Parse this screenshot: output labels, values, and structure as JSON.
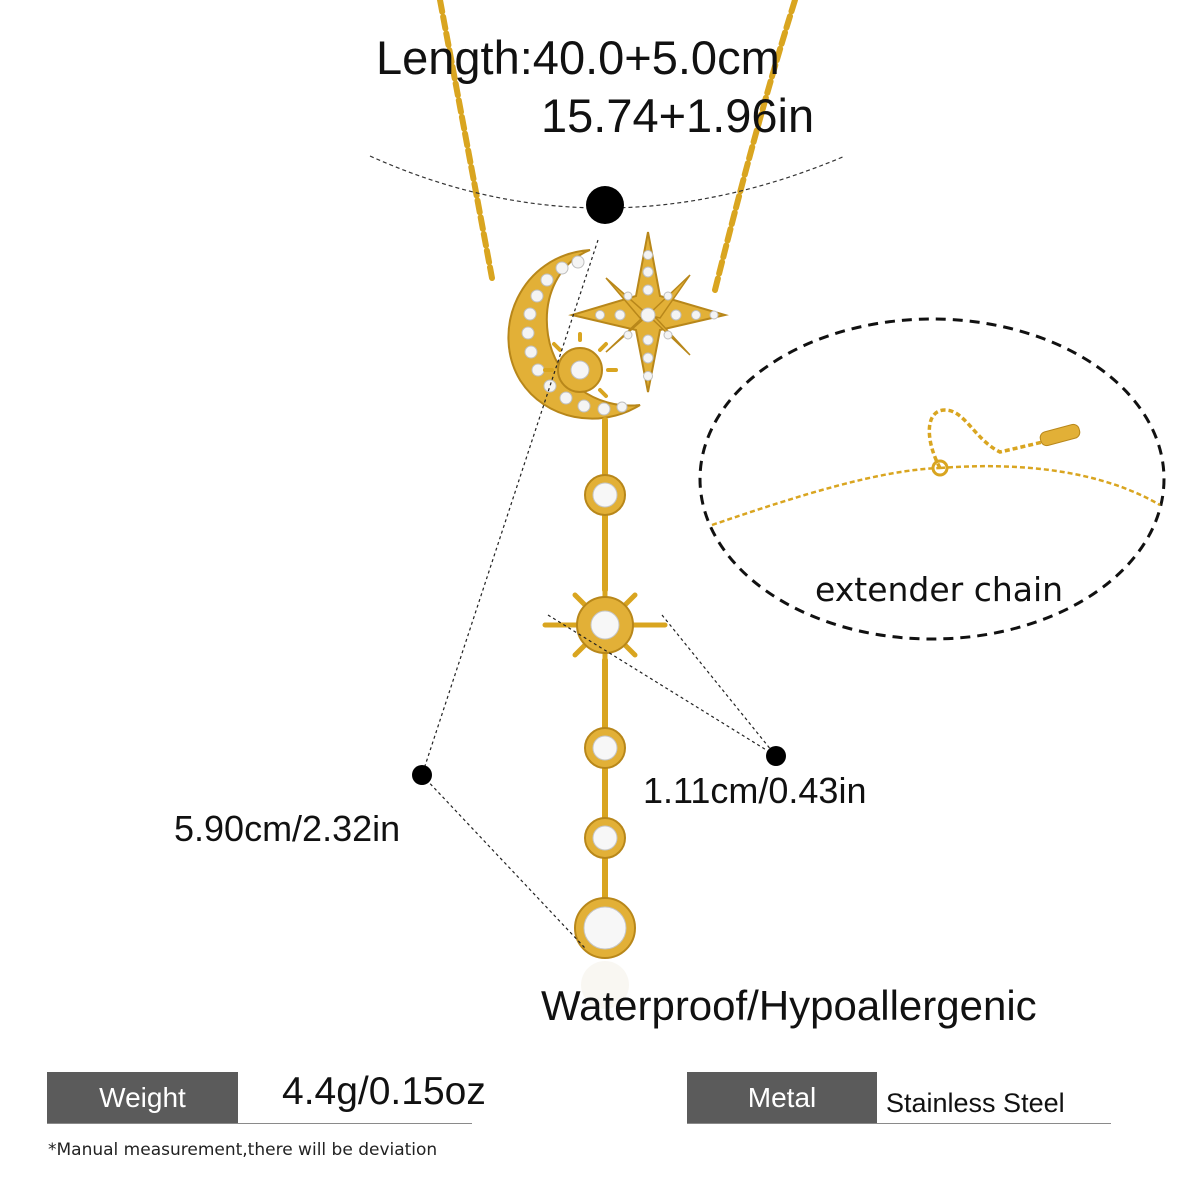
{
  "measurements": {
    "length_cm": "Length:40.0+5.0cm",
    "length_in": "15.74+1.96in",
    "pendant_length": "5.90cm/2.32in",
    "charm_size": "1.11cm/0.43in"
  },
  "extender_label": "extender chain",
  "features": "Waterproof/Hypoallergenic",
  "specs": {
    "weight_label": "Weight",
    "weight_value": "4.4g/0.15oz",
    "metal_label": "Metal",
    "metal_value": "Stainless Steel"
  },
  "disclaimer": "*Manual measurement,there will be deviation",
  "colors": {
    "gold": "#d9a520",
    "label_bg": "#5b5b5b"
  }
}
